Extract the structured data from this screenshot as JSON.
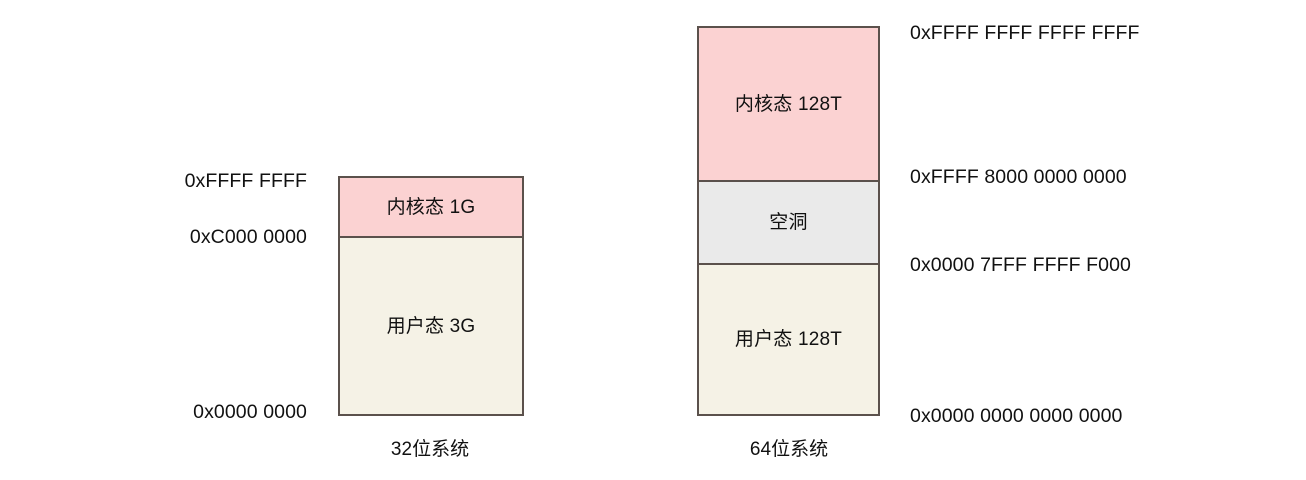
{
  "figure": {
    "title_left": "32位系统",
    "title_right": "64位系统"
  },
  "diagrams": [
    {
      "id": "diagram-32bit",
      "caption": "32位系统",
      "bands": [
        {
          "label": "内核态 1G",
          "color": "#fbd2d2"
        },
        {
          "label": "用户态 3G",
          "color": "#f5f2e6"
        }
      ],
      "addresses": [
        {
          "text": "0xFFFF FFFF"
        },
        {
          "text": "0xC000 0000"
        },
        {
          "text": "0x0000 0000"
        }
      ]
    },
    {
      "id": "diagram-64bit",
      "caption": "64位系统",
      "bands": [
        {
          "label": "内核态 128T",
          "color": "#fbd2d2"
        },
        {
          "label": "空洞",
          "color": "#eaeaea"
        },
        {
          "label": "用户态 128T",
          "color": "#f5f2e6"
        }
      ],
      "addresses": [
        {
          "text": "0xFFFF FFFF FFFF FFFF"
        },
        {
          "text": "0xFFFF 8000 0000 0000"
        },
        {
          "text": "0x0000 7FFF FFFF F000"
        },
        {
          "text": "0x0000 0000 0000 0000"
        }
      ]
    }
  ],
  "colors": {
    "kernel_fill": "#fbd2d2",
    "user_fill": "#f5f2e6",
    "hole_fill": "#eaeaea",
    "border": "#5b514c",
    "text": "#111111",
    "background": "#ffffff"
  }
}
